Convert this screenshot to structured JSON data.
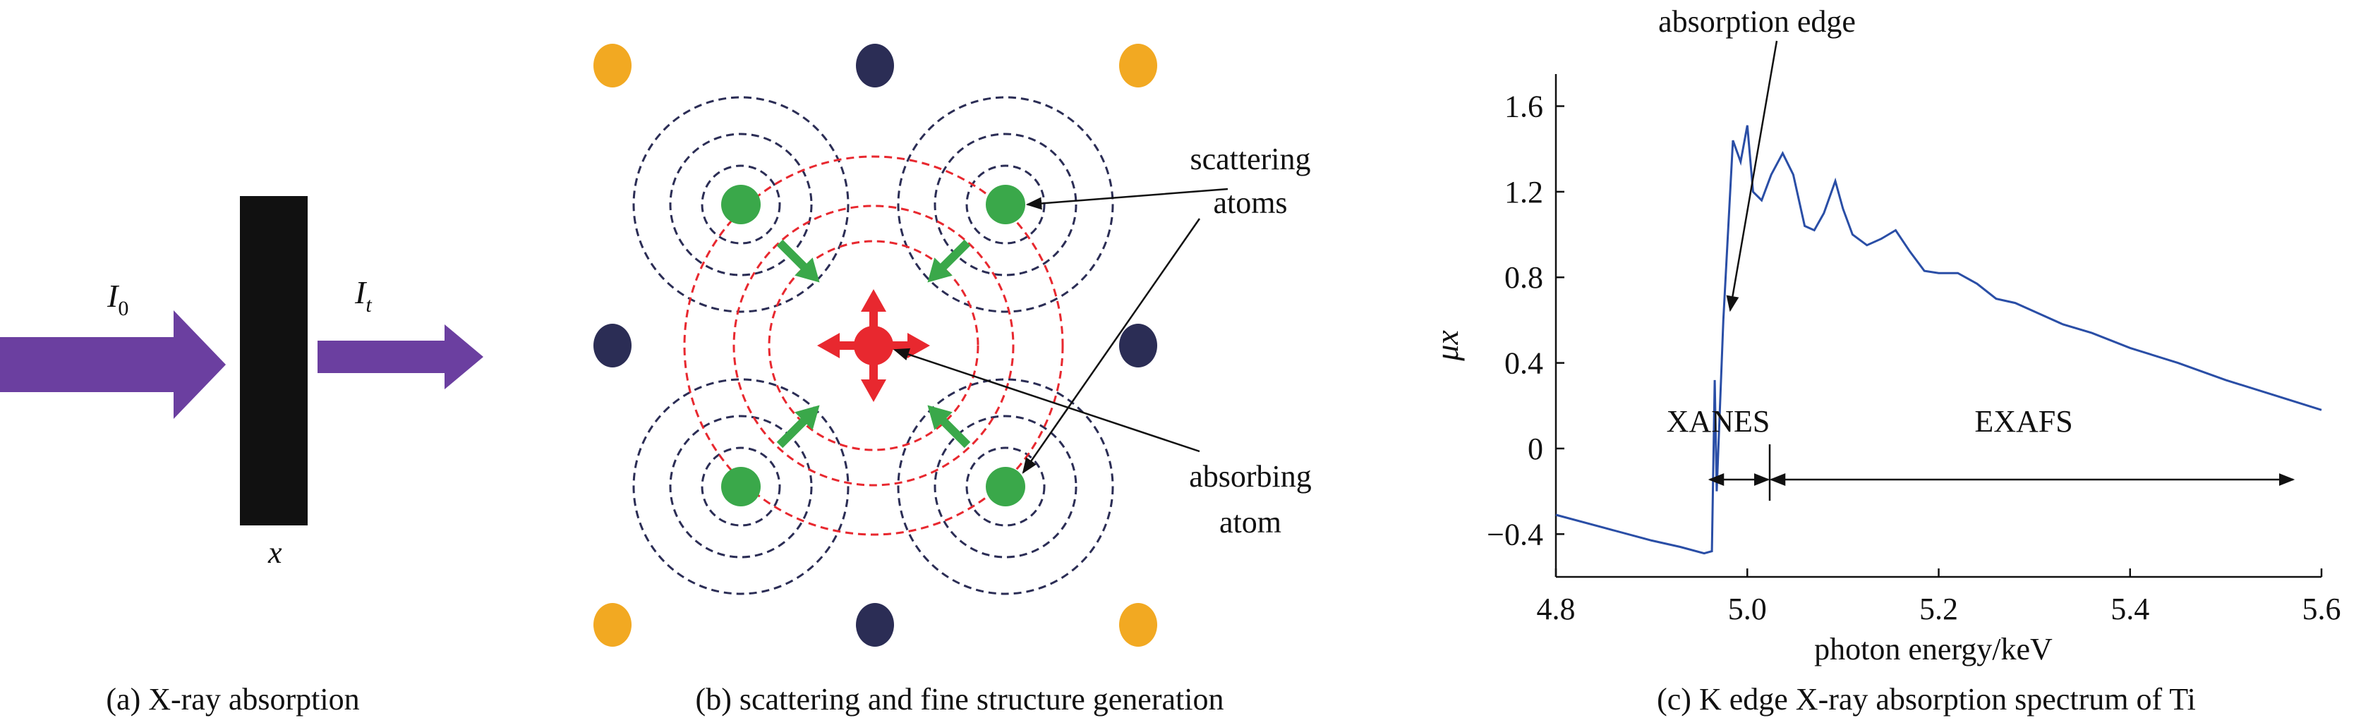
{
  "panel_a": {
    "caption": "(a) X-ray absorption",
    "incident_label": "I",
    "incident_subscript": "0",
    "transmitted_label": "I",
    "transmitted_subscript": "t",
    "thickness_label": "x",
    "colors": {
      "beam": "#6b3fa0",
      "sample": "#111111"
    }
  },
  "panel_b": {
    "caption": "(b) scattering and fine structure generation",
    "scattering_label_line1": "scattering",
    "scattering_label_line2": "atoms",
    "absorbing_label_line1": "absorbing",
    "absorbing_label_line2": "atom",
    "colors": {
      "absorbing": "#e8282f",
      "scattering": "#3aa84a",
      "corner_atom": "#f2a922",
      "edge_atom": "#2b2d55",
      "outgoing_wave": "#e8282f",
      "backscatter_wave": "#2b2d55"
    }
  },
  "panel_c": {
    "caption": "(c) K edge X-ray absorption spectrum of Ti",
    "edge_annotation": "absorption edge",
    "xanes_label": "XANES",
    "exafs_label": "EXAFS",
    "line_color": "#2a4ea6"
  },
  "chart_data": {
    "type": "line",
    "title": "",
    "xlabel": "photon energy/keV",
    "ylabel": "μx",
    "xlim": [
      4.8,
      5.6
    ],
    "ylim": [
      -0.6,
      1.75
    ],
    "xticks": [
      "4.8",
      "5.0",
      "5.2",
      "5.4",
      "5.6"
    ],
    "yticks": [
      "-0.4",
      "0",
      "0.4",
      "0.8",
      "1.2",
      "1.6"
    ],
    "grid": false,
    "series": [
      {
        "x": [
          4.8,
          4.85,
          4.9,
          4.93,
          4.955,
          4.963,
          4.966,
          4.968,
          4.975,
          4.985,
          4.993,
          5.0,
          5.006,
          5.015,
          5.025,
          5.037,
          5.048,
          5.06,
          5.07,
          5.08,
          5.092,
          5.1,
          5.11,
          5.125,
          5.14,
          5.155,
          5.17,
          5.185,
          5.2,
          5.22,
          5.24,
          5.26,
          5.28,
          5.3,
          5.33,
          5.36,
          5.4,
          5.45,
          5.5,
          5.55,
          5.6
        ],
        "y": [
          -0.31,
          -0.37,
          -0.43,
          -0.46,
          -0.49,
          -0.48,
          0.32,
          -0.2,
          0.6,
          1.44,
          1.34,
          1.51,
          1.2,
          1.16,
          1.28,
          1.38,
          1.28,
          1.04,
          1.02,
          1.1,
          1.25,
          1.12,
          1.0,
          0.95,
          0.98,
          1.02,
          0.92,
          0.83,
          0.82,
          0.82,
          0.77,
          0.7,
          0.68,
          0.64,
          0.58,
          0.54,
          0.47,
          0.4,
          0.32,
          0.25,
          0.18
        ]
      }
    ]
  }
}
